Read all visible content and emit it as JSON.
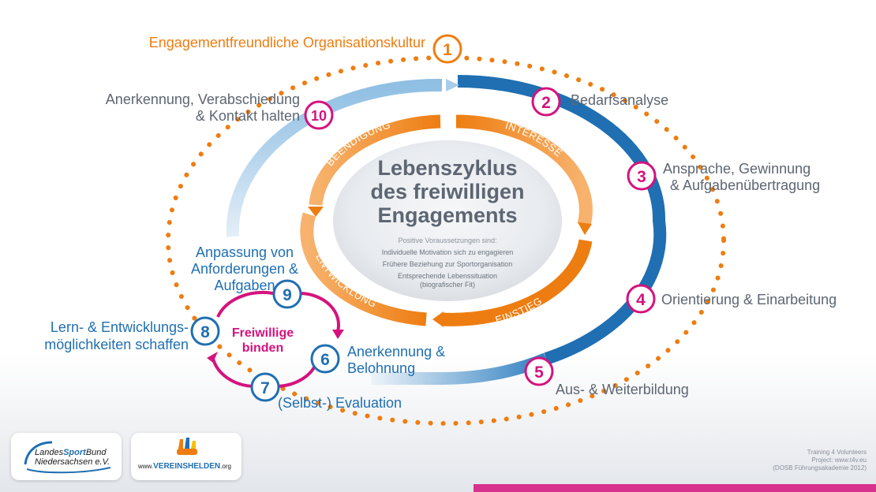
{
  "diagram": {
    "center": {
      "title_lines": [
        "Lebenszyklus",
        "des freiwilligen",
        "Engagements"
      ],
      "sub_heading": "Positive Voraussetzungen sind:",
      "sub_lines": [
        "Individuelle Motivation sich zu engagieren",
        "Frühere Beziehung zur Sportorganisation",
        "Entsprechende Lebenssituation",
        "(biografischer Fit)"
      ]
    },
    "phases": {
      "beendigung": "BEENDIGUNG",
      "interesse": "INTERESSE",
      "einstieg": "EINSTIEG",
      "entwicklung": "ENTWICKLUNG"
    },
    "steps": [
      {
        "num": "1",
        "label_lines": [
          "Engagementfreundliche Organisationskultur"
        ]
      },
      {
        "num": "2",
        "label_lines": [
          "Bedarfsanalyse"
        ]
      },
      {
        "num": "3",
        "label_lines": [
          "Ansprache, Gewinnung",
          "& Aufgabenübertragung"
        ]
      },
      {
        "num": "4",
        "label_lines": [
          "Orientierung & Einarbeitung"
        ]
      },
      {
        "num": "5",
        "label_lines": [
          "Aus- & Weiterbildung"
        ]
      },
      {
        "num": "6",
        "label_lines": [
          "Anerkennung &",
          "Belohnung"
        ]
      },
      {
        "num": "7",
        "label_lines": [
          "(Selbst-) Evaluation"
        ]
      },
      {
        "num": "8",
        "label_lines": [
          "Lern- & Entwicklungs-",
          "möglichkeiten schaffen"
        ]
      },
      {
        "num": "9",
        "label_lines": [
          "Anpassung von",
          "Anforderungen &",
          "Aufgaben"
        ]
      },
      {
        "num": "10",
        "label_lines": [
          "Anerkennung, Verabschiedung",
          "& Kontakt halten"
        ]
      }
    ],
    "inner_loop": {
      "label_lines": [
        "Freiwillige",
        "binden"
      ]
    },
    "colors": {
      "orange": "#ee7d11",
      "blue_dark": "#1f6fb2",
      "blue_light": "#a9cde9",
      "magenta": "#d5127d",
      "text_gray": "#5d6672",
      "text_blue": "#1f6fb2"
    }
  },
  "logos": {
    "lsb": {
      "line1a": "Landes",
      "line1b": "Sport",
      "line1c": "Bund",
      "line2": "Niedersachsen e.V."
    },
    "vereinshelden": {
      "prefix": "www.",
      "brand": "VEREINSHELDEN",
      "suffix": ".org"
    }
  },
  "credits": {
    "lines": [
      "Training 4 Volunteers",
      "Project: www.t4v.eu",
      "(DOSB Führungsakademie 2012)"
    ]
  }
}
